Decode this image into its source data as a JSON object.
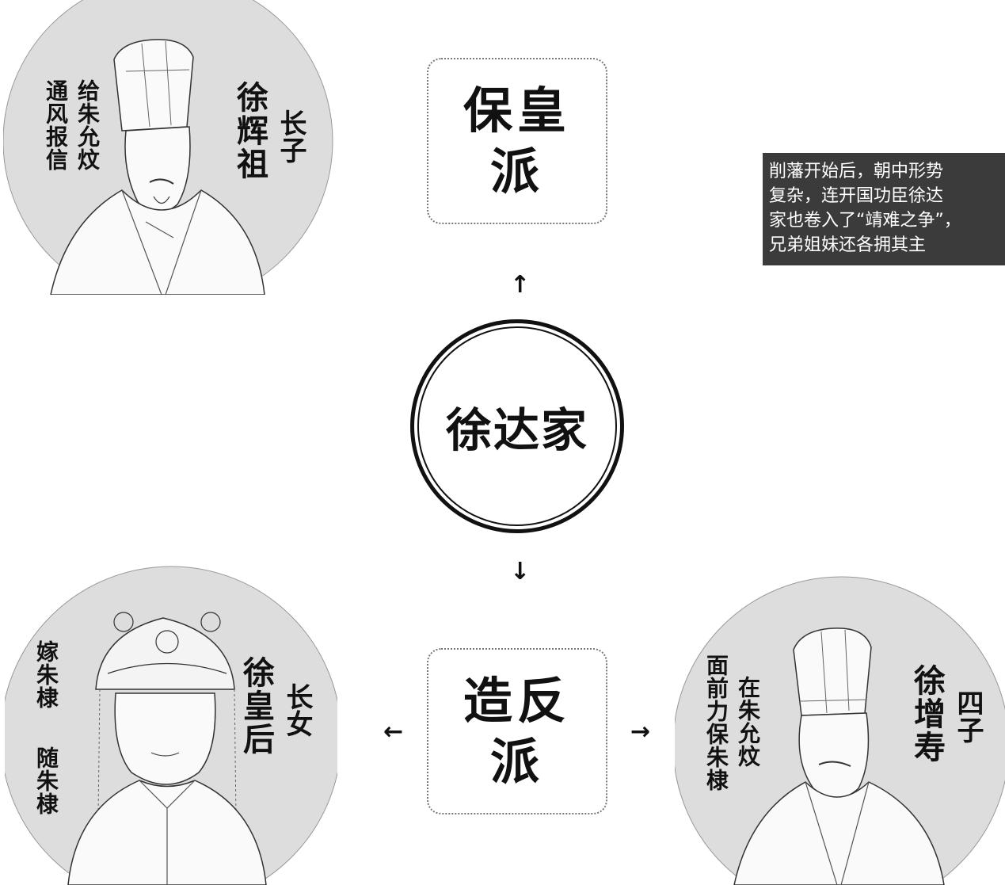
{
  "center": {
    "label": "徐达家"
  },
  "factions": {
    "loyalist": {
      "label": "保皇派"
    },
    "rebel": {
      "label": "造反派"
    }
  },
  "arrows": {
    "up": "↑",
    "down": "↓",
    "left": "←",
    "right": "→"
  },
  "caption": "削藩开始后，朝中形势\n复杂，连开国功臣徐达\n家也卷入了“靖难之争”，\n兄弟姐妹还各拥其主",
  "persons": {
    "huizu": {
      "name": "徐辉祖",
      "role": "长子",
      "notes": [
        "给朱允炆",
        "通风报信"
      ]
    },
    "empress": {
      "name": "徐皇后",
      "role": "长女",
      "notes": [
        "嫁朱棣",
        "随朱棣"
      ]
    },
    "zengshou": {
      "name": "徐增寿",
      "role": "四子",
      "notes": [
        "在朱允炆",
        "面前力保朱棣"
      ]
    }
  },
  "colors": {
    "portrait_bg": "#dddddd",
    "caption_bg": "#3b3b3b",
    "caption_text": "#ffffff",
    "ink": "#111111"
  }
}
